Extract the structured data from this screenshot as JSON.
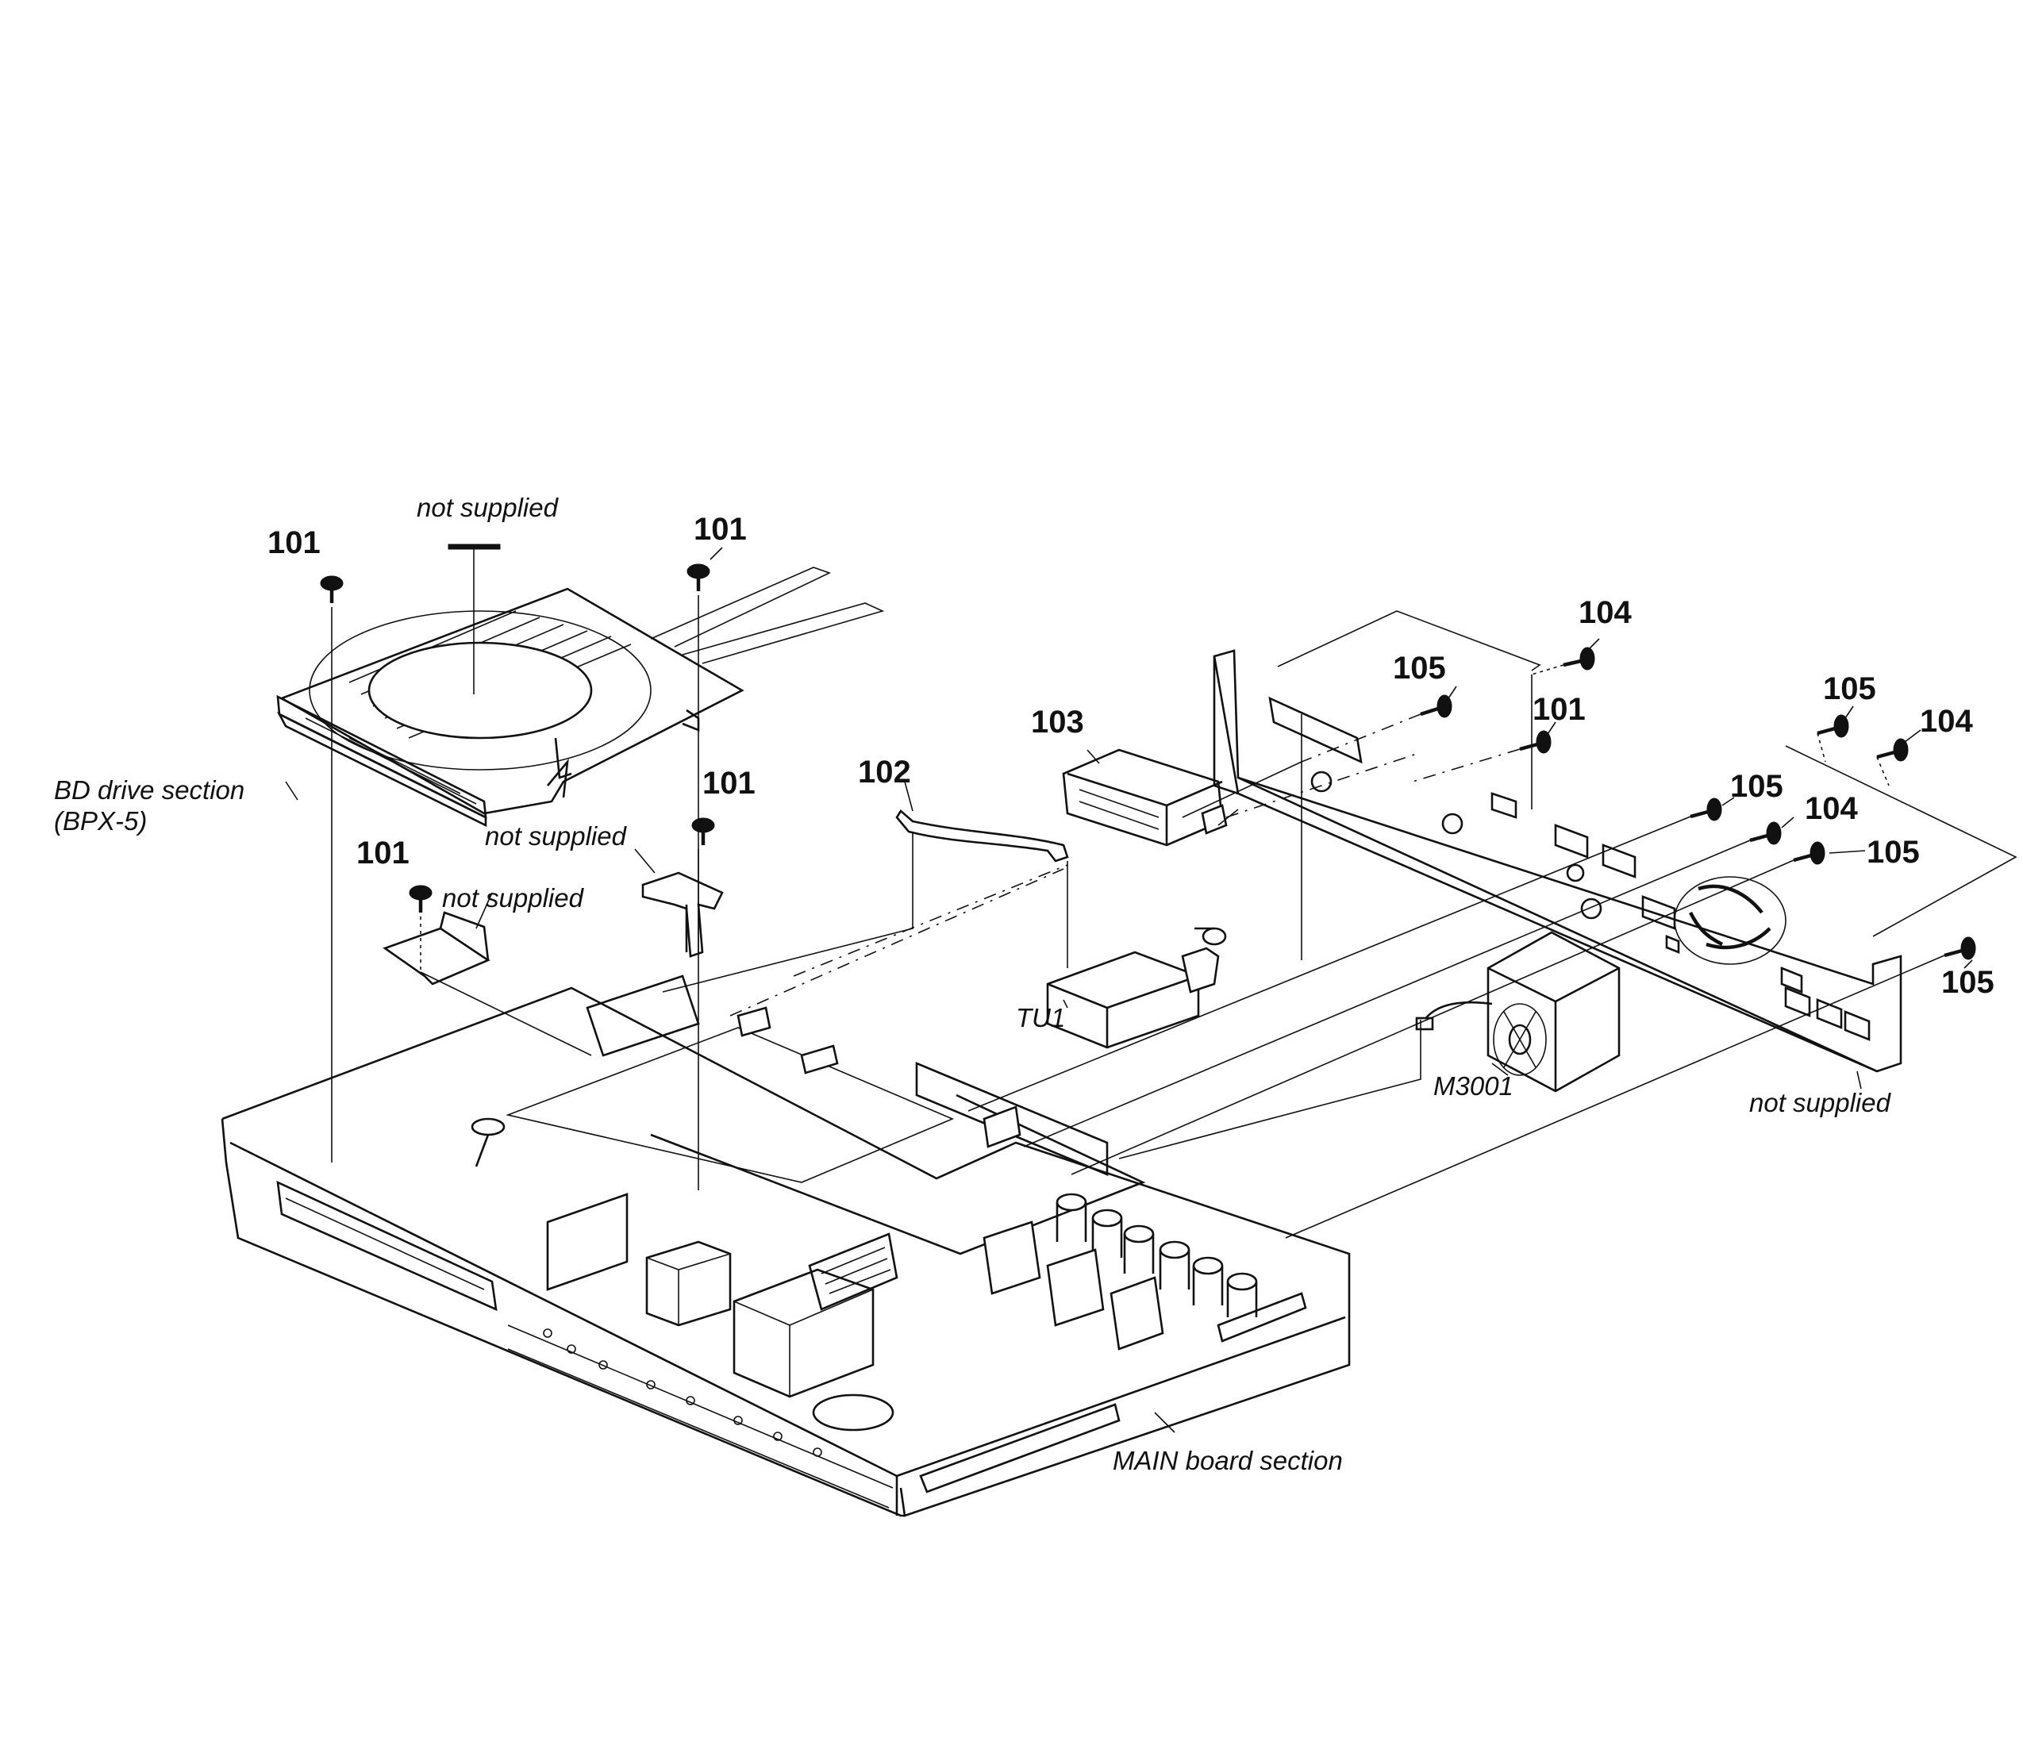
{
  "diagram": {
    "part_numbers": {
      "p101": "101",
      "p102": "102",
      "p103": "103",
      "p104": "104",
      "p105": "105"
    },
    "labels": {
      "not_supplied": "not supplied",
      "bd_drive_section": "BD drive section",
      "bd_drive_model": "(BPX-5)",
      "tuner": "TU1",
      "fan": "M3001",
      "main_board_section": "MAIN board section"
    }
  }
}
